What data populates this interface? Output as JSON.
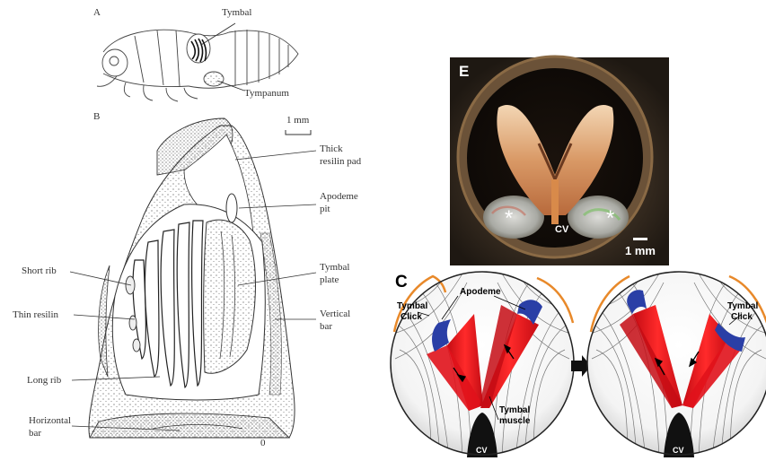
{
  "panel_a": {
    "letter": "A",
    "labels": {
      "tymbal": "Tymbal",
      "tympanum": "Tympanum"
    }
  },
  "panel_b": {
    "letter": "B",
    "scale_bar": "1 mm",
    "labels": {
      "thick_resilin_line1": "Thick",
      "thick_resilin_line2": "resilin pad",
      "apodeme_pit_line1": "Apodeme",
      "apodeme_pit_line2": "pit",
      "short_rib": "Short rib",
      "thin_resilin": "Thin resilin",
      "tymbal_plate_line1": "Tymbal",
      "tymbal_plate_line2": "plate",
      "vertical_bar_line1": "Vertical",
      "vertical_bar_line2": "bar",
      "long_rib": "Long rib",
      "horizontal_bar_line1": "Horizontal",
      "horizontal_bar_line2": "bar",
      "corner_mark": "0"
    }
  },
  "panel_e": {
    "letter": "E",
    "asterisk": "*",
    "cv": "CV",
    "scale_bar": "1 mm"
  },
  "panel_c": {
    "letter": "C",
    "labels": {
      "apodeme": "Apodeme",
      "tymbal_click_left_line1": "Tymbal",
      "tymbal_click_left_line2": "Click",
      "tymbal_click_right_line1": "Tymbal",
      "tymbal_click_right_line2": "Click",
      "tymbal_muscle_line1": "Tymbal",
      "tymbal_muscle_line2": "muscle",
      "cv_left": "CV",
      "cv_right": "CV"
    }
  },
  "colors": {
    "muscle_red": "#e0121b",
    "apodeme_blue": "#2a3fa6",
    "tymbal_orange": "#e8892a",
    "photo_dark": "#2b2118"
  }
}
